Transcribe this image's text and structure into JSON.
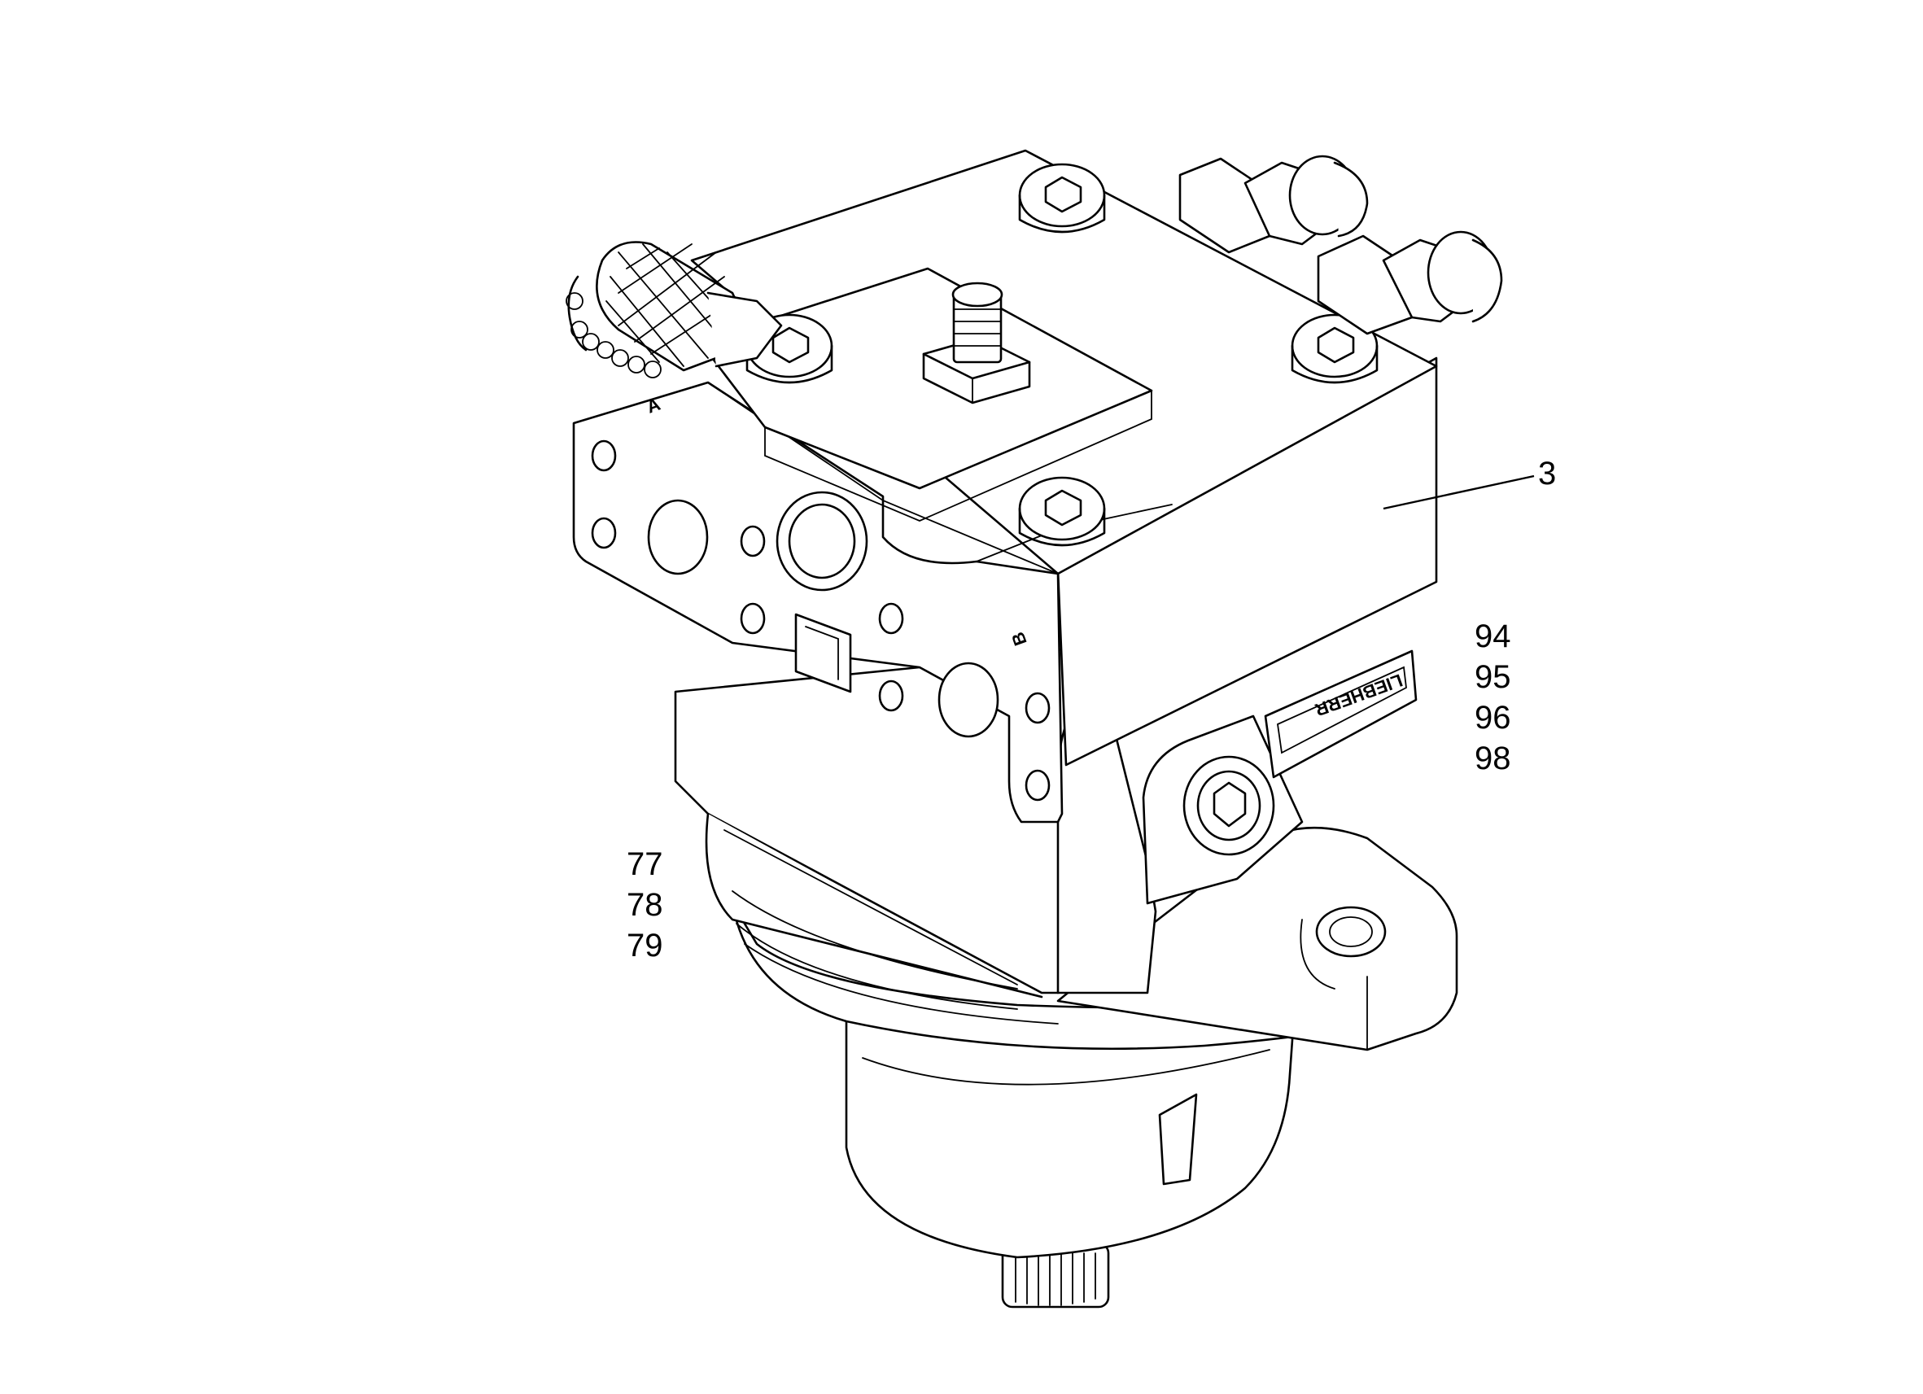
{
  "callouts": {
    "part_3": "3",
    "group_right": [
      "94",
      "95",
      "96",
      "98"
    ],
    "group_left": [
      "77",
      "78",
      "79"
    ]
  },
  "port_marks": {
    "port_a": "A",
    "port_b": "B"
  },
  "nameplate_text": "LIEBHERR",
  "colors": {
    "line": "#000000",
    "background": "#ffffff"
  }
}
